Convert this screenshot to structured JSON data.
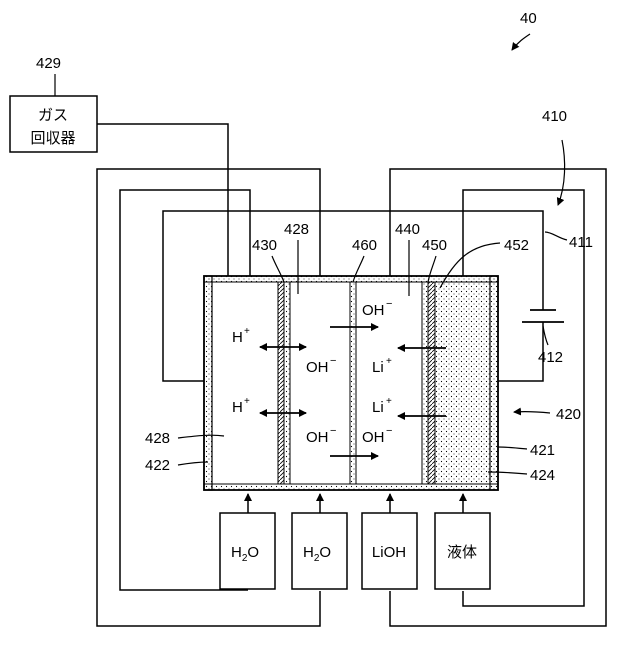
{
  "figure_number": "40",
  "gas_recovery": {
    "ref": "429",
    "line1": "ガス",
    "line2": "回収器"
  },
  "power_supply": {
    "ref": "410",
    "wire_ref": "411",
    "battery_ref": "412"
  },
  "cell": {
    "ref": "420",
    "outer_wall_ref": "421",
    "wall_ref": "422",
    "liquid_ref": "424",
    "chamber_ref": "428",
    "membrane_430": "430",
    "membrane_460": "460",
    "chamber_440": "440",
    "membrane_450": "450",
    "layer_452": "452"
  },
  "ions": {
    "h_plus": "H",
    "plus": "+",
    "oh_minus": "OH",
    "minus": "−",
    "li_plus": "Li",
    "li_plus_sup": "+"
  },
  "inputs": {
    "h2o_1": {
      "main": "H",
      "sub": "2",
      "end": "O"
    },
    "h2o_2": {
      "main": "H",
      "sub": "2",
      "end": "O"
    },
    "lioh": "LiOH",
    "liquid": "液体"
  },
  "colors": {
    "line": "#000000",
    "background": "#ffffff"
  }
}
